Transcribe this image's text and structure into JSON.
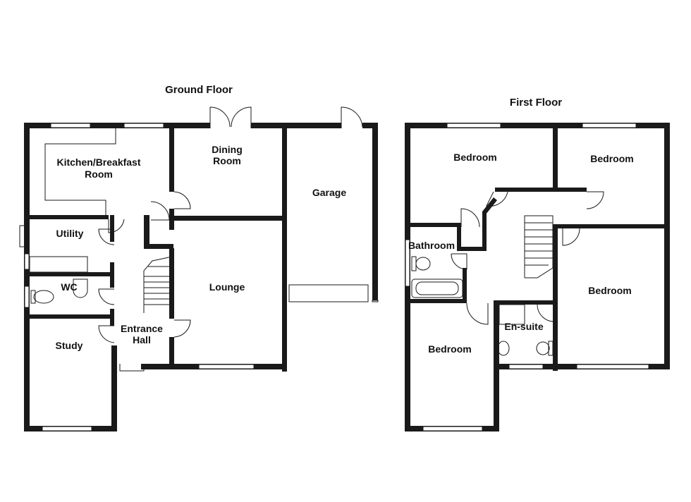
{
  "ground_floor": {
    "title": "Ground Floor",
    "rooms": {
      "kitchen_line1": "Kitchen/Breakfast",
      "kitchen_line2": "Room",
      "dining_line1": "Dining",
      "dining_line2": "Room",
      "garage": "Garage",
      "utility": "Utility",
      "wc": "WC",
      "lounge": "Lounge",
      "entrance_line1": "Entrance",
      "entrance_line2": "Hall",
      "study": "Study"
    }
  },
  "first_floor": {
    "title": "First Floor",
    "rooms": {
      "bedroom_top_left": "Bedroom",
      "bedroom_top_right": "Bedroom",
      "bathroom": "Bathroom",
      "bedroom_right": "Bedroom",
      "ensuite": "En-suite",
      "bedroom_bottom_left": "Bedroom"
    }
  },
  "colors": {
    "wall": "#1a1a1a",
    "background": "#ffffff"
  }
}
